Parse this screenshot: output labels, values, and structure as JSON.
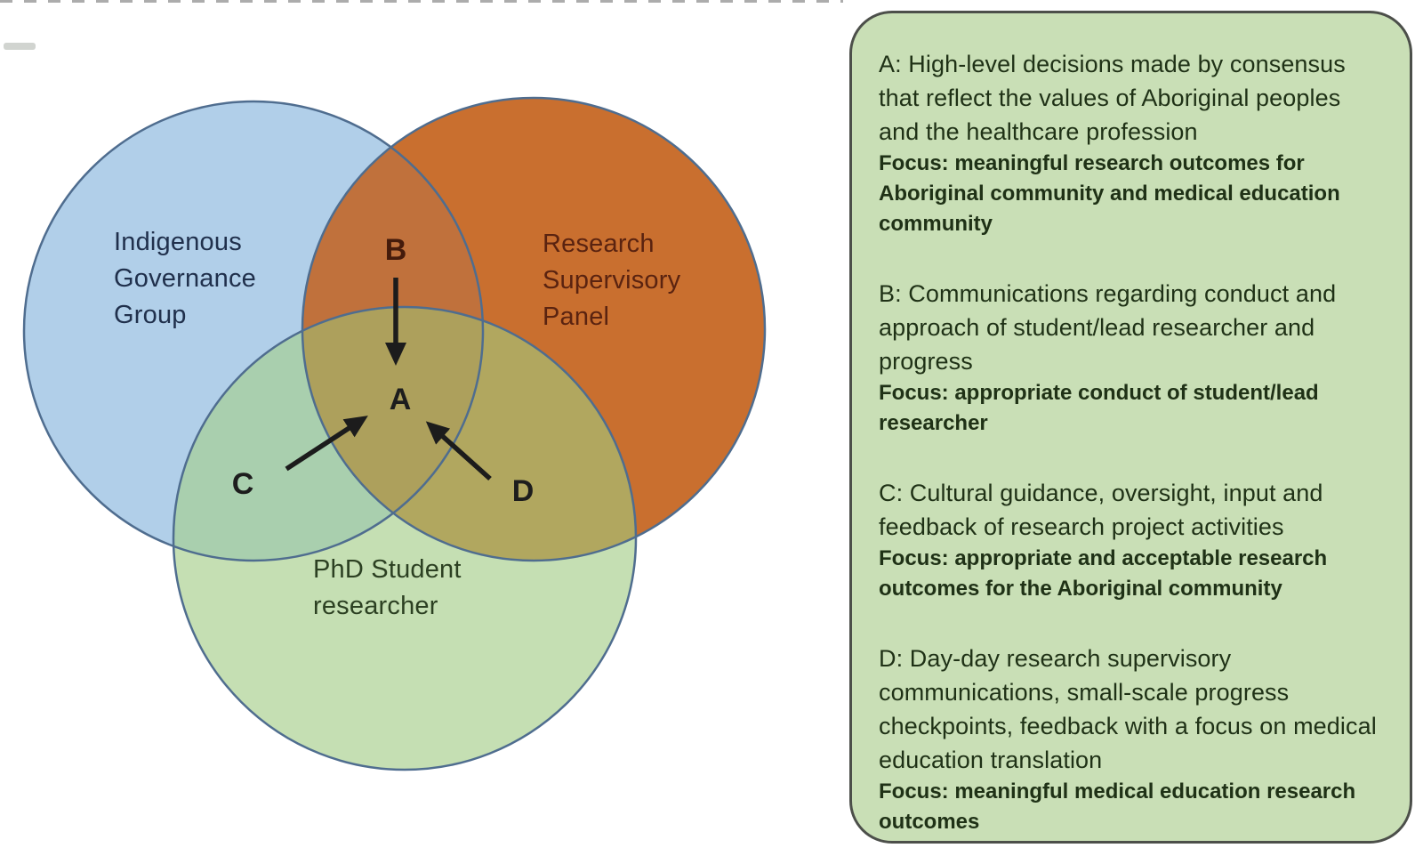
{
  "colors": {
    "circle_blue": "#b1cfe9",
    "circle_orange": "#c96f2f",
    "circle_green": "#c5dfb3",
    "overlap_blue_orange": "#c0713c",
    "overlap_blue_green": "#a9cfae",
    "overlap_orange_green": "#b1a75f",
    "overlap_center": "#ada05c",
    "circle_outline": "#4f6d8f",
    "arrow_color": "#1c1c1c",
    "legend_bg": "#c9dfb6",
    "legend_border": "#4c4f4a",
    "legend_text": "#1f3116"
  },
  "diagram": {
    "circles": [
      {
        "name": "indigenous-governance-group",
        "label": "Indigenous\nGovernance\nGroup"
      },
      {
        "name": "research-supervisory-panel",
        "label": "Research\nSupervisory\nPanel"
      },
      {
        "name": "phd-student-researcher",
        "label": "PhD Student\nresearcher"
      }
    ],
    "markers": {
      "a": "A",
      "b": "B",
      "c": "C",
      "d": "D"
    }
  },
  "legend": {
    "items": [
      {
        "letter": "A",
        "description": "A: High-level decisions made by consensus that reflect the values of Aboriginal peoples and the healthcare profession",
        "focus": "Focus: meaningful research outcomes for Aboriginal community and medical education community"
      },
      {
        "letter": "B",
        "description": "B: Communications regarding conduct and approach of student/lead researcher and progress",
        "focus": "Focus: appropriate conduct of student/lead researcher"
      },
      {
        "letter": "C",
        "description": "C: Cultural guidance, oversight, input and feedback of research project activities",
        "focus": "Focus: appropriate and acceptable research outcomes for the Aboriginal community"
      },
      {
        "letter": "D",
        "description": "D: Day-day research supervisory communications, small-scale progress checkpoints, feedback with a focus on medical education translation",
        "focus": "Focus: meaningful medical education  research outcomes"
      }
    ]
  }
}
